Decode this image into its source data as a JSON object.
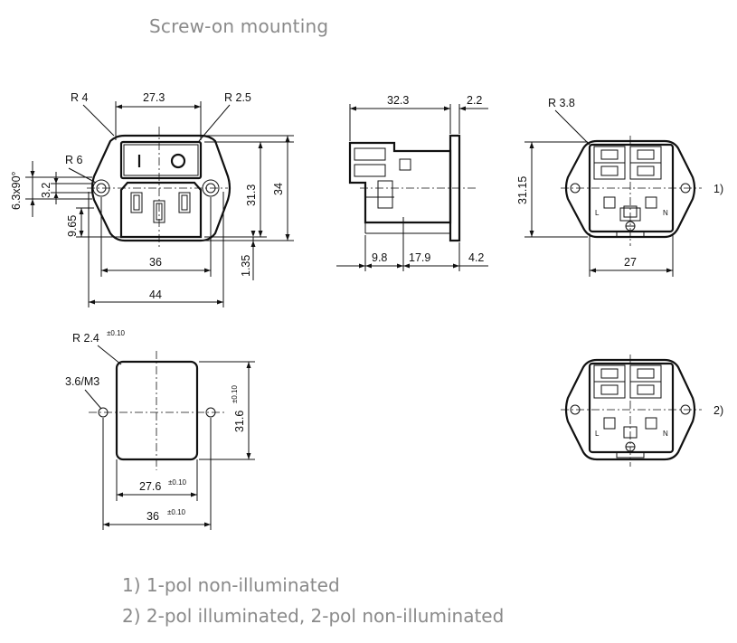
{
  "title": "Screw-on mounting",
  "footnotes": [
    "1) 1-pol non-illuminated",
    "2) 2-pol illuminated, 2-pol non-illuminated"
  ],
  "front_view": {
    "r4": "R 4",
    "w273": "27.3",
    "r25": "R 2.5",
    "r6": "R 6",
    "d63": "6.3x90°",
    "d32": "3.2",
    "d965": "9.65",
    "h313": "31.3",
    "h34": "34",
    "w36": "36",
    "d135": "1.35",
    "w44": "44"
  },
  "side_view": {
    "w323": "32.3",
    "w22": "2.2",
    "w98": "9.8",
    "w179": "17.9",
    "w42": "4.2"
  },
  "rear_view": {
    "r38": "R 3.8",
    "h3115": "31.15",
    "w27": "27",
    "ref1": "1)",
    "ref2": "2)"
  },
  "cutout": {
    "r24": "R 2.4",
    "r24_tol": "±0.10",
    "m3": "3.6/M3",
    "h316": "31.6",
    "h316_tol": "±0.10",
    "w276": "27.6",
    "w276_tol": "±0.10",
    "w36": "36",
    "w36_tol": "±0.10"
  }
}
